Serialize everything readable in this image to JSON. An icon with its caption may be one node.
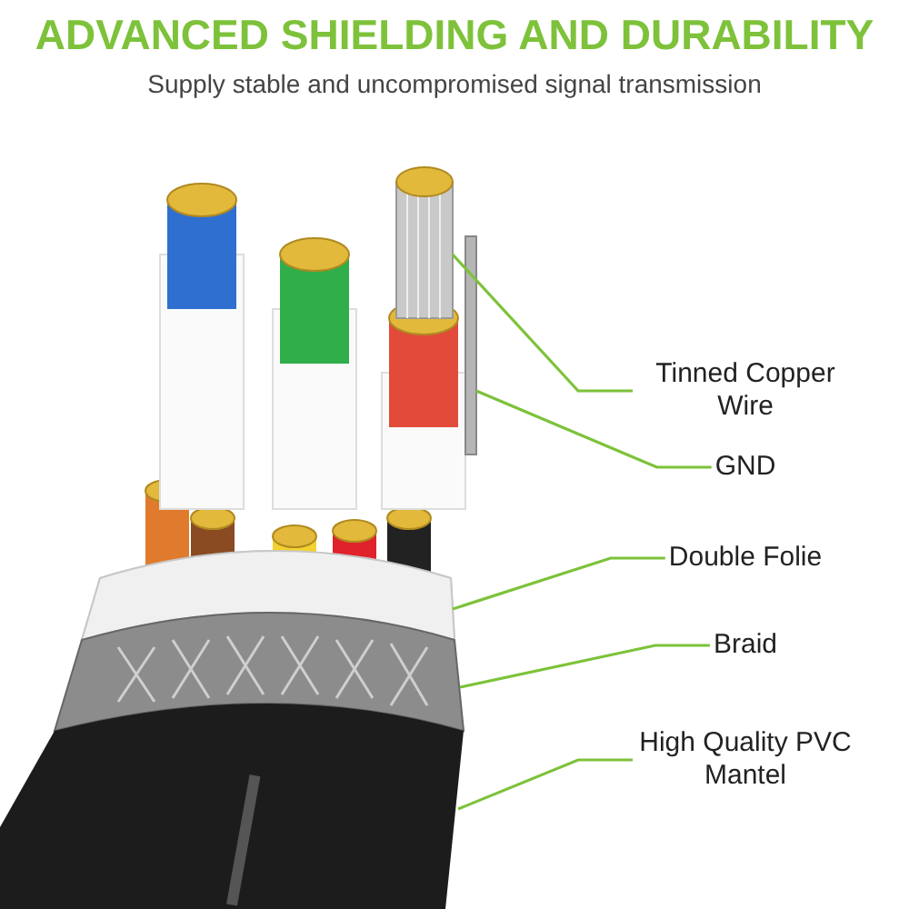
{
  "diagram": {
    "title": "ADVANCED SHIELDING AND DURABILITY",
    "nodes": [
      {
        "text": [
          "Tinned Copper Wire"
        ]
      },
      {
        "text": [],
        "shape": "picture"
      },
      {
        "text": [
          "GND"
        ]
      },
      {
        "text": [],
        "shape": "bar"
      },
      {
        "text": [
          "Double Folie"
        ]
      },
      {
        "text": [],
        "shape": "picture"
      },
      {
        "text": [
          "Braid"
        ]
      },
      {
        "text": [],
        "shape": "picture"
      },
      {
        "text": [
          "High Quality PVC Mantel"
        ]
      },
      {
        "text": [],
        "shape": "cylinder"
      }
    ],
    "edges": [
      {
        "from": 0,
        "to": 1,
        "arrow": "none"
      },
      {
        "from": 2,
        "to": 3,
        "arrow": "none"
      },
      {
        "from": 4,
        "to": 5,
        "arrow": "none"
      },
      {
        "from": 6,
        "to": 7,
        "arrow": "none"
      },
      {
        "from": 8,
        "to": 9,
        "arrow": "none"
      }
    ],
    "labels": [
      "Supply stable and uncompromised signal transmission"
    ]
  }
}
